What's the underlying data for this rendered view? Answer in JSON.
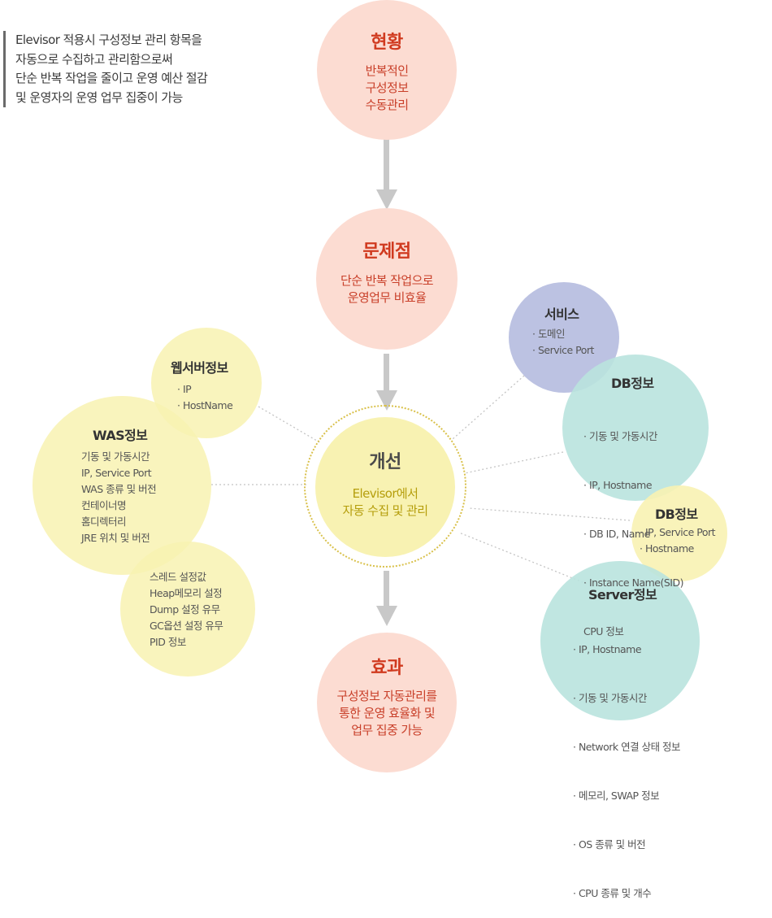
{
  "intro": {
    "lines": [
      "Elevisor 적용시 구성정보 관리 항목을",
      "자동으로 수집하고 관리함으로써",
      "단순 반복 작업을 줄이고 운영 예산 절감",
      "및 운영자의 운영 업무 집중이 가능"
    ]
  },
  "flow": {
    "status": {
      "title": "현황",
      "lines": [
        "반복적인",
        "구성정보",
        "수동관리"
      ]
    },
    "problem": {
      "title": "문제점",
      "lines": [
        "단순 반복 작업으로",
        "운영업무 비효율"
      ]
    },
    "improvement": {
      "title": "개선",
      "lines": [
        "Elevisor에서",
        "자동 수집 및 관리"
      ]
    },
    "effect": {
      "title": "효과",
      "lines": [
        "구성정보 자동관리를",
        "통한 운영 효율화 및",
        "업무 집중 가능"
      ]
    }
  },
  "satellites": {
    "webserver": {
      "title": "웹서버정보",
      "items": [
        "· IP",
        "· HostName"
      ]
    },
    "was": {
      "title": "WAS정보",
      "items": [
        "기동 및 가동시간",
        "IP, Service Port",
        "WAS 종류 및 버전",
        "컨테이너명",
        "홈디렉터리",
        "JRE 위치 및 버전"
      ]
    },
    "was_extra": {
      "items": [
        "스레드 설정값",
        "Heap메모리 설정",
        "Dump 설정 유무",
        "GC옵션 설정 유무",
        "PID 정보"
      ]
    },
    "service": {
      "title": "서비스",
      "items": [
        "· 도메인",
        "· Service Port"
      ]
    },
    "db1": {
      "title": "DB정보",
      "items": [
        "· 기동 및 가동시간",
        "· IP, Hostname",
        "· DB ID, Name",
        "· Instance Name(SID)",
        "  CPU 정보"
      ]
    },
    "db2": {
      "title": "DB정보",
      "items": [
        "· IP, Service Port",
        "· Hostname"
      ]
    },
    "server": {
      "title": "Server정보",
      "items": [
        "· IP, Hostname",
        "· 기동 및 가동시간",
        "· Network 연결 상태 정보",
        "· 메모리, SWAP 정보",
        "· OS 종류 및 버전",
        "·  CPU 종류 및 개수"
      ]
    }
  },
  "colors": {
    "pink": "#fcdcd2",
    "yellow": "#f8f2b2",
    "lavender": "#bcc2e2",
    "teal": "#b9e3de",
    "arrow": "#c8c8c8",
    "title_red": "#d03a1f",
    "text_red": "#c9402a",
    "improve_text": "#b59e0c"
  },
  "icons": [
    "down-arrow-icon"
  ]
}
